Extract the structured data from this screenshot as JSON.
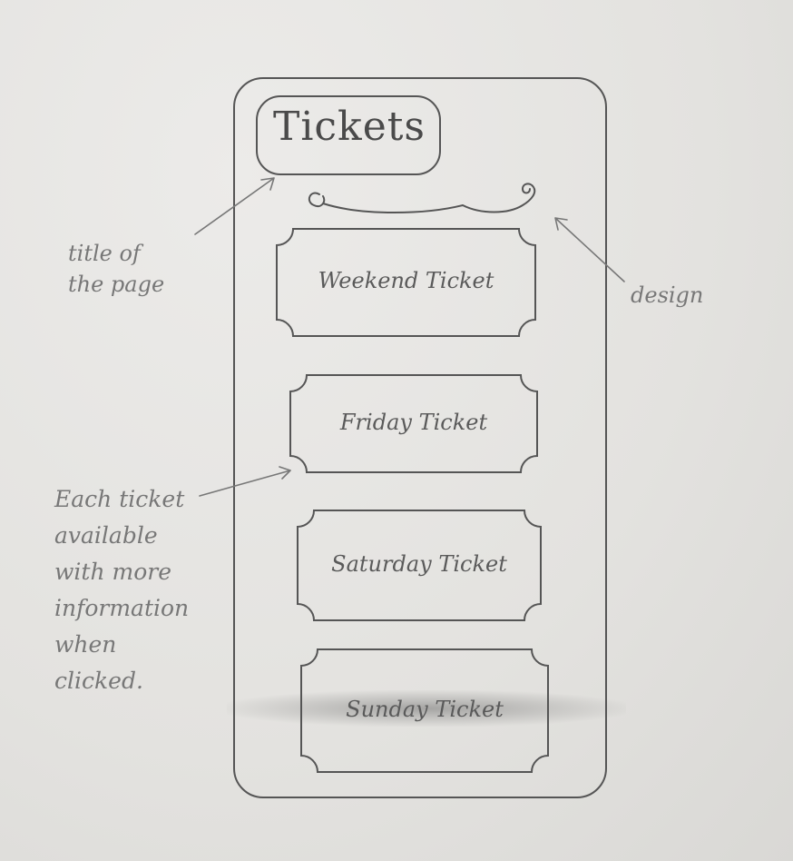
{
  "page": {
    "title": "Tickets",
    "tickets": [
      {
        "label": "Weekend Ticket"
      },
      {
        "label": "Friday Ticket"
      },
      {
        "label": "Saturday Ticket"
      },
      {
        "label": "Sunday Ticket"
      }
    ]
  },
  "annotations": {
    "title_note": [
      "title of",
      "the page"
    ],
    "design_note": "design",
    "ticket_note": [
      "Each ticket",
      "available",
      "with more",
      "information",
      "when",
      "clicked."
    ]
  },
  "colors": {
    "pencil": "#555555",
    "paper": "#e6e5e3"
  }
}
